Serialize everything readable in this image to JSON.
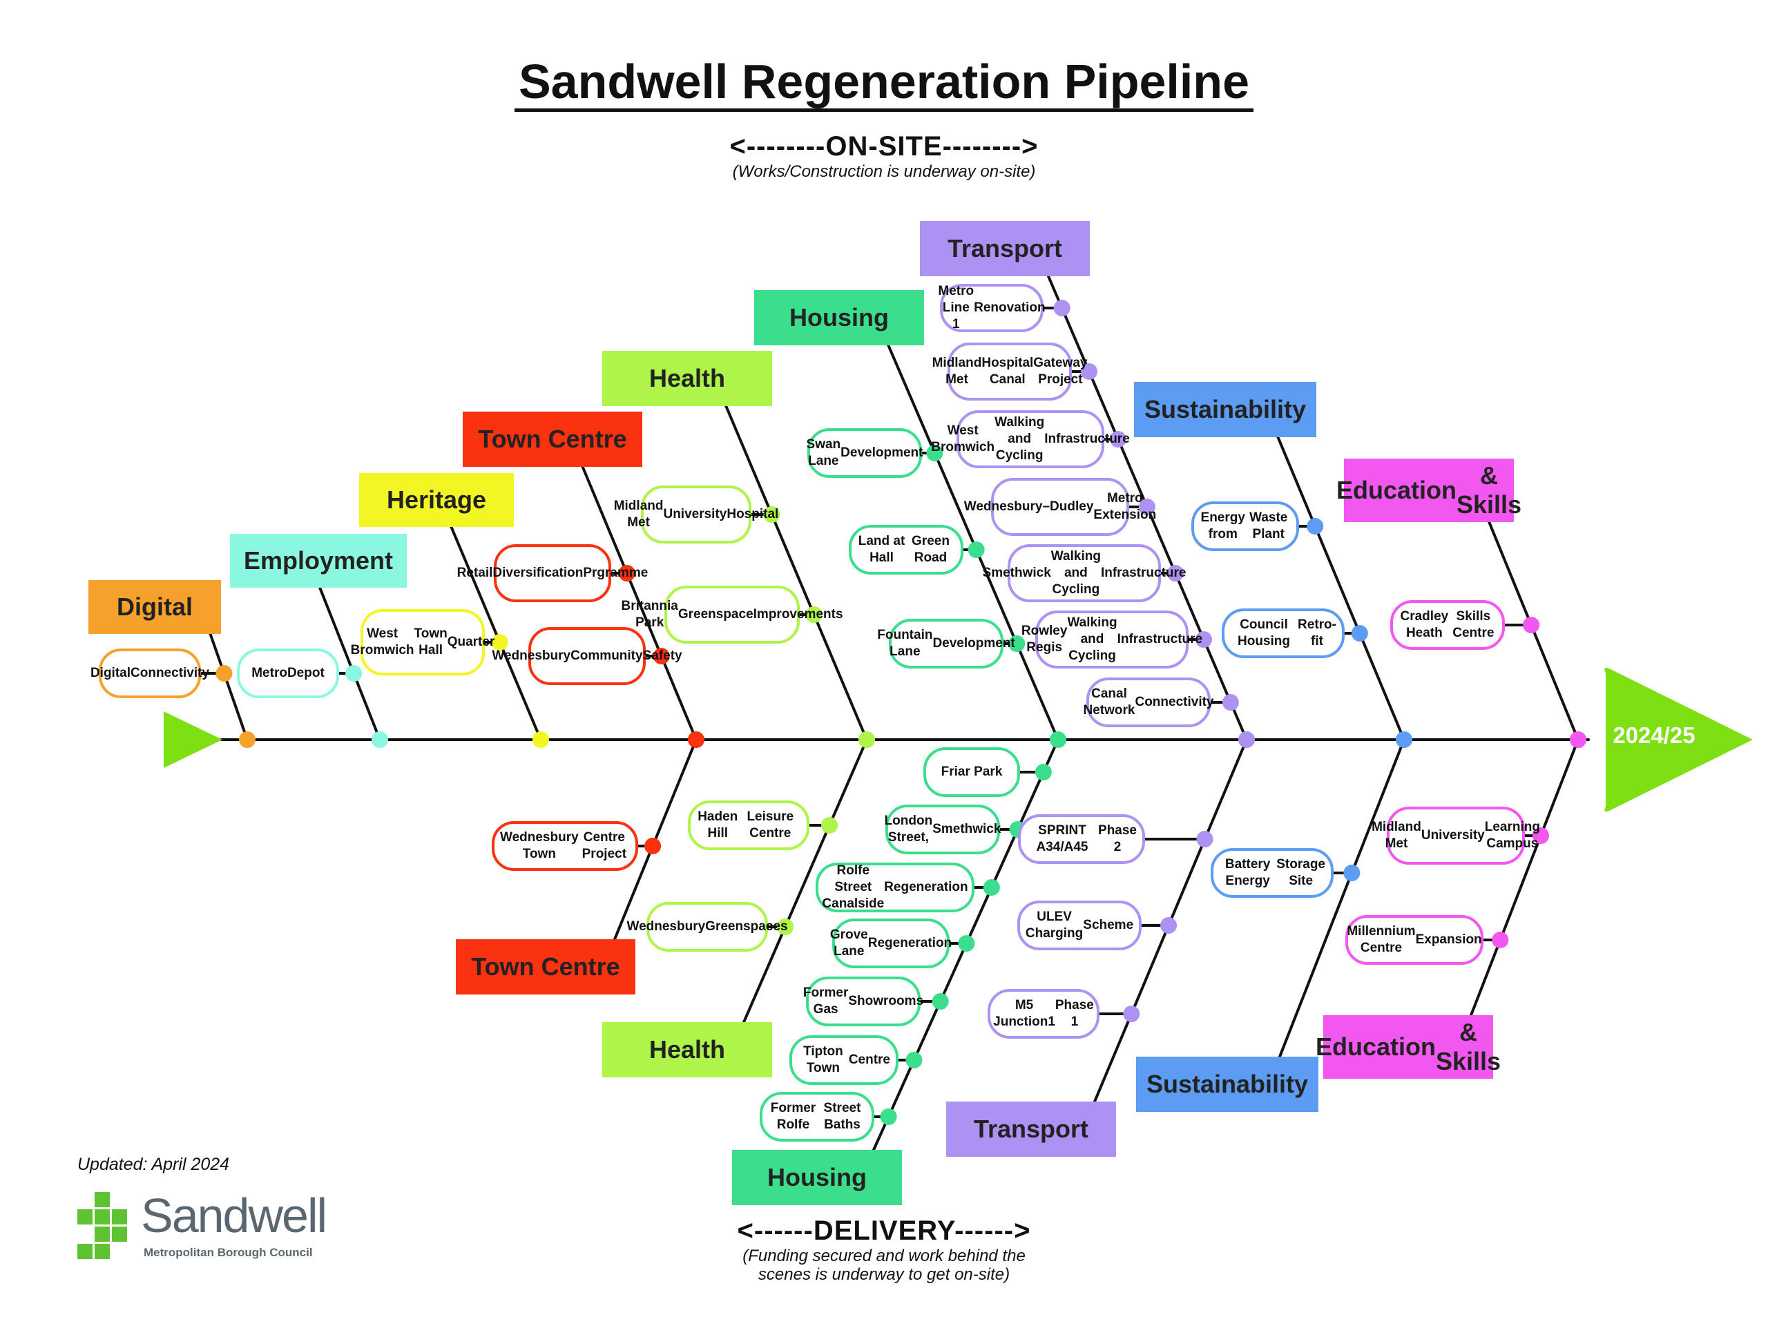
{
  "title": "Sandwell Regeneration Pipeline",
  "onsite": {
    "label": "<--------ON-SITE-------->",
    "subtitle": "(Works/Construction is underway on-site)"
  },
  "delivery": {
    "label": "<------DELIVERY------>",
    "subtitle_line1": "(Funding secured and work behind the",
    "subtitle_line2": "scenes is underway to get on-site)"
  },
  "end_label": "2024/25",
  "updated": "Updated: April 2024",
  "logo": {
    "name": "Sandwell",
    "tagline": "Metropolitan Borough Council"
  },
  "colors": {
    "digital": "#f7a12d",
    "employment": "#8cf7e1",
    "heritage": "#f2f723",
    "town_centre": "#fa3210",
    "health": "#aef449",
    "housing": "#3bde8c",
    "transport": "#ad92f3",
    "sustainability": "#5c9cf2",
    "education": "#f257ef",
    "spine": "#111111",
    "arrow": "#7ee012"
  },
  "categories": {
    "digital": "Digital",
    "employment": "Employment",
    "heritage": "Heritage",
    "town_centre_top": "Town Centre",
    "health_top": "Health",
    "housing_top": "Housing",
    "transport_top": "Transport",
    "sustainability_top": "Sustainability",
    "education_top_l1": "Education",
    "education_top_l2": "& Skills",
    "town_centre_bottom": "Town Centre",
    "health_bottom": "Health",
    "housing_bottom": "Housing",
    "transport_bottom": "Transport",
    "sustainability_bottom": "Sustainability",
    "education_bottom_l1": "Education",
    "education_bottom_l2": "& Skills"
  },
  "items": {
    "digital": [
      [
        "Digital",
        "Connectivity"
      ]
    ],
    "employment": [
      [
        "Metro",
        "Depot"
      ]
    ],
    "heritage": [
      [
        "West Bromwich",
        "Town Hall",
        "Quarter"
      ]
    ],
    "town_centre_top": [
      [
        "Retail",
        "Diversification",
        "Prgramme"
      ],
      [
        "Wednesbury",
        "Community",
        "Safety"
      ]
    ],
    "health_top": [
      [
        "Midland Met",
        "University",
        "Hospital"
      ],
      [
        "Britannia Park",
        "Greenspace",
        "Improvements"
      ]
    ],
    "housing_top": [
      [
        "Swan Lane",
        "Development"
      ],
      [
        "Land at Hall",
        "Green Road"
      ],
      [
        "Fountain Lane",
        "Development"
      ]
    ],
    "transport_top": [
      [
        "Metro Line 1",
        "Renovation"
      ],
      [
        "Midland Met",
        "Hospital Canal",
        "Gateway Project"
      ],
      [
        "West Bromwich",
        "Walking and Cycling",
        "Infrastructure"
      ],
      [
        "Wednesbury–",
        "Dudley",
        "Metro Extension"
      ],
      [
        "Smethwick",
        "Walking and Cycling",
        "Infrastructure"
      ],
      [
        "Rowley Regis",
        "Walking and Cycling",
        "Infrastructure"
      ],
      [
        "Canal Network",
        "Connectivity"
      ]
    ],
    "sustainability_top": [
      [
        "Energy from",
        "Waste Plant"
      ],
      [
        "Council Housing",
        "Retro-fit"
      ]
    ],
    "education_top": [
      [
        "Cradley Heath",
        "Skills Centre"
      ]
    ],
    "town_centre_bottom": [
      [
        "Wednesbury Town",
        "Centre Project"
      ]
    ],
    "health_bottom": [
      [
        "Haden Hill",
        "Leisure Centre"
      ],
      [
        "Wednesbury",
        "Greenspaces"
      ]
    ],
    "housing_bottom": [
      [
        "Friar Park"
      ],
      [
        "London Street,",
        "Smethwick"
      ],
      [
        "Rolfe Street Canalside",
        "Regeneration"
      ],
      [
        "Grove Lane",
        "Regeneration"
      ],
      [
        "Former Gas",
        "Showrooms"
      ],
      [
        "Tipton Town",
        "Centre"
      ],
      [
        "Former Rolfe",
        "Street Baths"
      ]
    ],
    "transport_bottom": [
      [
        "SPRINT A34/A45",
        "Phase 2"
      ],
      [
        "ULEV Charging",
        "Scheme"
      ],
      [
        "M5 Junction1",
        "Phase 1"
      ]
    ],
    "sustainability_bottom": [
      [
        "Battery Energy",
        "Storage Site"
      ]
    ],
    "education_bottom": [
      [
        "Midland Met",
        "University",
        "Learning Campus"
      ],
      [
        "Millennium Centre",
        "Expansion"
      ]
    ]
  }
}
